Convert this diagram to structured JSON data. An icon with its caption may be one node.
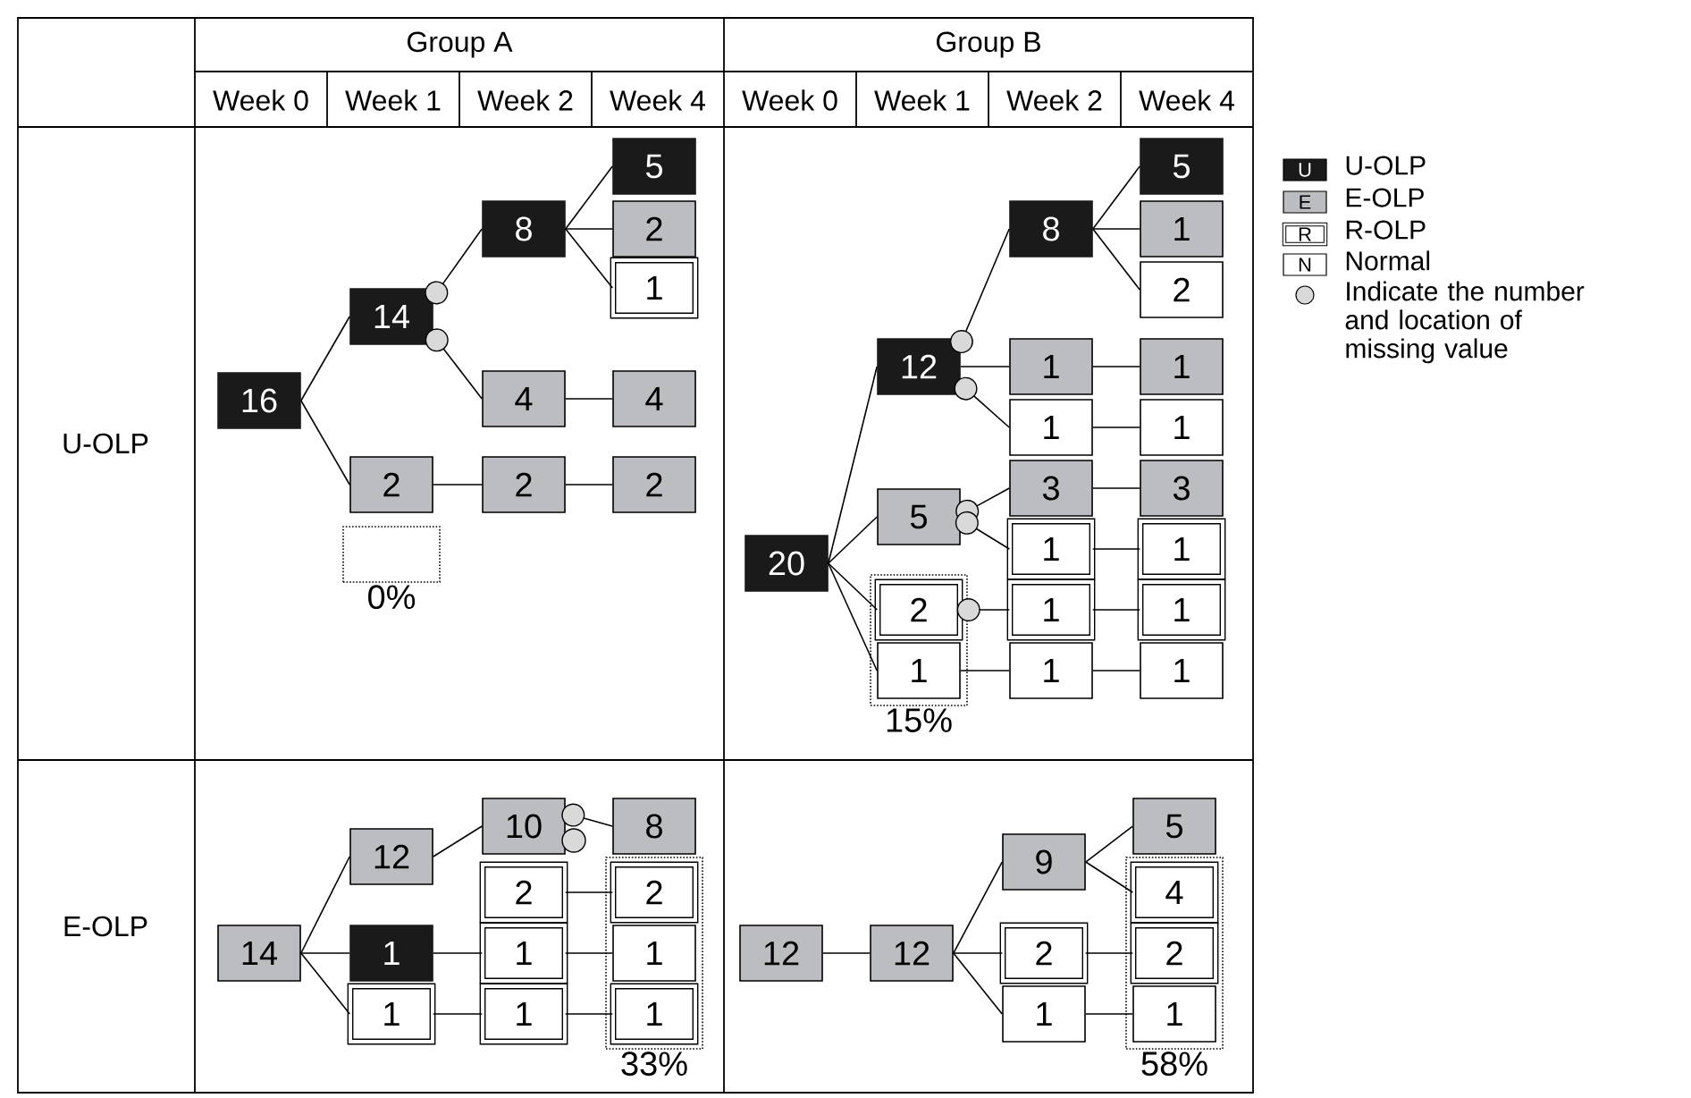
{
  "diagram": {
    "nodes": [
      {
        "text": [
          "16"
        ]
      },
      {
        "text": [
          "14"
        ]
      },
      {
        "text": [
          "2"
        ]
      },
      {
        "text": [
          "0%"
        ]
      },
      {
        "text": [
          "8"
        ]
      },
      {
        "text": [
          "4"
        ]
      },
      {
        "text": [
          "2"
        ]
      },
      {
        "text": [
          "5"
        ]
      },
      {
        "text": [
          "2"
        ]
      },
      {
        "text": [
          "1"
        ]
      },
      {
        "text": [
          "4"
        ]
      },
      {
        "text": [
          "2"
        ]
      },
      {
        "text": [
          "20"
        ]
      },
      {
        "text": [
          "12"
        ]
      },
      {
        "text": [
          "5"
        ]
      },
      {
        "text": [
          "15%"
        ]
      },
      {
        "text": [
          "2"
        ],
        "in": 15
      },
      {
        "text": [
          "1"
        ],
        "in": 15
      },
      {
        "text": [
          "8"
        ]
      },
      {
        "text": [
          "1"
        ]
      },
      {
        "text": [
          "1"
        ]
      },
      {
        "text": [
          "3"
        ]
      },
      {
        "text": [
          "1"
        ]
      },
      {
        "text": [
          "1"
        ]
      },
      {
        "text": [
          "1"
        ]
      },
      {
        "text": [
          "5"
        ]
      },
      {
        "text": [
          "1"
        ]
      },
      {
        "text": [
          "2"
        ]
      },
      {
        "text": [
          "1"
        ]
      },
      {
        "text": [
          "1"
        ]
      },
      {
        "text": [
          "3"
        ]
      },
      {
        "text": [
          "1"
        ]
      },
      {
        "text": [
          "1"
        ]
      },
      {
        "text": [
          "1"
        ]
      },
      {
        "text": [
          "14"
        ]
      },
      {
        "text": [
          "12"
        ]
      },
      {
        "text": [
          "1"
        ]
      },
      {
        "text": [
          "1"
        ]
      },
      {
        "text": [
          "10"
        ]
      },
      {
        "text": [
          "2"
        ]
      },
      {
        "text": [
          "1"
        ]
      },
      {
        "text": [
          "1"
        ]
      },
      {
        "text": [
          "8"
        ]
      },
      {
        "text": [
          "33%"
        ]
      },
      {
        "text": [
          "2"
        ],
        "in": 43
      },
      {
        "text": [
          "1"
        ],
        "in": 43
      },
      {
        "text": [
          "1"
        ],
        "in": 43
      },
      {
        "text": [
          "12"
        ]
      },
      {
        "text": [
          "12"
        ]
      },
      {
        "text": [
          "9"
        ]
      },
      {
        "text": [
          "2"
        ]
      },
      {
        "text": [
          "1"
        ]
      },
      {
        "text": [
          "5"
        ]
      },
      {
        "text": [
          "58%"
        ]
      },
      {
        "text": [
          "4"
        ],
        "in": 53
      },
      {
        "text": [
          "2"
        ],
        "in": 53
      },
      {
        "text": [
          "1"
        ],
        "in": 53
      }
    ],
    "edges": [
      {
        "from": 0,
        "to": 1,
        "arrow": "none"
      },
      {
        "from": 0,
        "to": 2,
        "arrow": "none"
      },
      {
        "from": 1,
        "to": 4,
        "arrow": "other"
      },
      {
        "from": 1,
        "to": 5,
        "arrow": "other"
      },
      {
        "from": 2,
        "to": 6,
        "arrow": "none"
      },
      {
        "from": 4,
        "to": 7,
        "arrow": "none"
      },
      {
        "from": 4,
        "to": 8,
        "arrow": "none"
      },
      {
        "from": 4,
        "to": 9,
        "arrow": "none"
      },
      {
        "from": 5,
        "to": 10,
        "arrow": "none"
      },
      {
        "from": 6,
        "to": 11,
        "arrow": "none"
      },
      {
        "from": 12,
        "to": 13,
        "arrow": "none"
      },
      {
        "from": 12,
        "to": 14,
        "arrow": "none"
      },
      {
        "from": 12,
        "to": 16,
        "arrow": "none"
      },
      {
        "from": 12,
        "to": 17,
        "arrow": "none"
      },
      {
        "from": 13,
        "to": 18,
        "arrow": "other"
      },
      {
        "from": 13,
        "to": 19,
        "arrow": "none"
      },
      {
        "from": 13,
        "to": 20,
        "arrow": "other"
      },
      {
        "from": 14,
        "to": 21,
        "arrow": "other"
      },
      {
        "from": 14,
        "to": 22,
        "arrow": "other"
      },
      {
        "from": 16,
        "to": 23,
        "arrow": "other"
      },
      {
        "from": 17,
        "to": 24,
        "arrow": "none"
      },
      {
        "from": 18,
        "to": 25,
        "arrow": "none"
      },
      {
        "from": 18,
        "to": 26,
        "arrow": "none"
      },
      {
        "from": 18,
        "to": 27,
        "arrow": "none"
      },
      {
        "from": 19,
        "to": 28,
        "arrow": "none"
      },
      {
        "from": 20,
        "to": 29,
        "arrow": "none"
      },
      {
        "from": 21,
        "to": 30,
        "arrow": "none"
      },
      {
        "from": 22,
        "to": 31,
        "arrow": "none"
      },
      {
        "from": 23,
        "to": 32,
        "arrow": "none"
      },
      {
        "from": 24,
        "to": 33,
        "arrow": "none"
      },
      {
        "from": 34,
        "to": 35,
        "arrow": "none"
      },
      {
        "from": 34,
        "to": 36,
        "arrow": "none"
      },
      {
        "from": 34,
        "to": 37,
        "arrow": "none"
      },
      {
        "from": 35,
        "to": 38,
        "arrow": "none"
      },
      {
        "from": 36,
        "to": 40,
        "arrow": "none"
      },
      {
        "from": 37,
        "to": 41,
        "arrow": "none"
      },
      {
        "from": 38,
        "to": 42,
        "arrow": "other"
      },
      {
        "from": 39,
        "to": 44,
        "arrow": "none"
      },
      {
        "from": 40,
        "to": 45,
        "arrow": "none"
      },
      {
        "from": 41,
        "to": 46,
        "arrow": "none"
      },
      {
        "from": 47,
        "to": 48,
        "arrow": "none"
      },
      {
        "from": 48,
        "to": 49,
        "arrow": "none"
      },
      {
        "from": 48,
        "to": 50,
        "arrow": "none"
      },
      {
        "from": 48,
        "to": 51,
        "arrow": "none"
      },
      {
        "from": 49,
        "to": 52,
        "arrow": "none"
      },
      {
        "from": 49,
        "to": 54,
        "arrow": "none"
      },
      {
        "from": 50,
        "to": 55,
        "arrow": "none"
      },
      {
        "from": 51,
        "to": 56,
        "arrow": "none"
      }
    ],
    "labels": [
      "Group A",
      "Group B",
      "Week 0",
      "Week 1",
      "Week 2",
      "Week 4",
      "Week 0",
      "Week 1",
      "Week 2",
      "Week 4",
      "U-OLP",
      "E-OLP",
      "U",
      "E",
      "R",
      "N"
    ],
    "legend": [
      {
        "text": "U-OLP",
        "color": "#1a1a1a"
      },
      {
        "text": "E-OLP",
        "color": "#bcbdc0"
      },
      {
        "text": "R-OLP"
      },
      {
        "text": "Normal"
      },
      {
        "text": "Indicate the number and location of missing value"
      }
    ]
  }
}
